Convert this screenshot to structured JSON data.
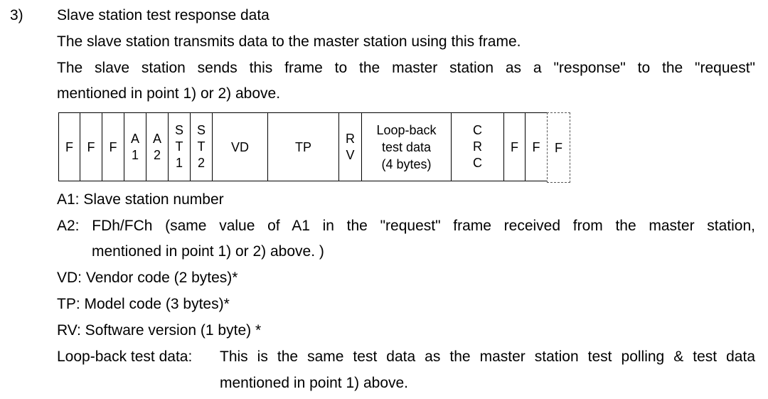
{
  "section": {
    "number": "3)",
    "title": "Slave station test response data",
    "intro_1": "The slave station transmits data to the master station using this frame.",
    "intro_2_line1": "The slave station sends this frame to the master station as a \"response\" to the \"request\"",
    "intro_2_line2": "mentioned in point 1) or 2) above."
  },
  "frame": {
    "f1": "F",
    "f2": "F",
    "f3": "F",
    "a1_top": "A",
    "a1_bot": "1",
    "a2_top": "A",
    "a2_bot": "2",
    "st1_l1": "S",
    "st1_l2": "T",
    "st1_l3": "1",
    "st2_l1": "S",
    "st2_l2": "T",
    "st2_l3": "2",
    "vd": "VD",
    "tp": "TP",
    "rv_top": "R",
    "rv_bot": "V",
    "loop_l1": "Loop-back",
    "loop_l2": "test data",
    "loop_l3": "(4 bytes)",
    "crc_l1": "C",
    "crc_l2": "R",
    "crc_l3": "C",
    "f4": "F",
    "f5": "F",
    "f6": "F"
  },
  "definitions": {
    "a1": "A1: Slave station number",
    "a2_line1": "A2: FDh/FCh (same value of A1 in the \"request\" frame received from the master station,",
    "a2_line2": "mentioned in point 1) or 2) above. )",
    "vd": "VD: Vendor code (2 bytes)*",
    "tp": "TP: Model code (3 bytes)*",
    "rv": "RV: Software version (1 byte) *",
    "loop_label": "Loop-back test data:",
    "loop_line1": "This is the same test data as the master station test polling & test data",
    "loop_line2": "mentioned in point 1) above."
  }
}
